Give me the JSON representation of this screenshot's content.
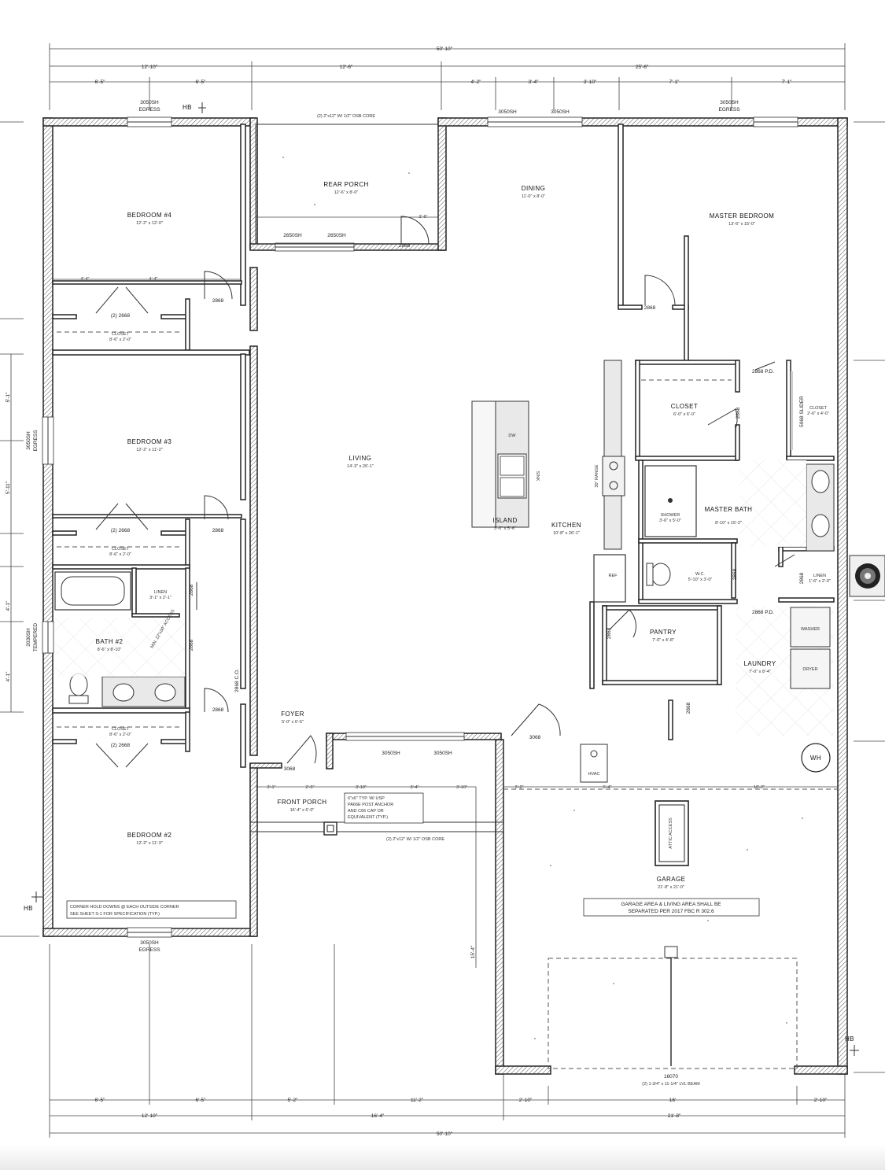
{
  "dims": {
    "overall_top": "50'-10\"",
    "overall_bottom": "50'-10\"",
    "top_row1": [
      "12'-10\"",
      "12'-6\"",
      "25'-6\""
    ],
    "top_row2": [
      "6'-5\"",
      "6'-5\"",
      "4'-2\"",
      "3'-4\"",
      "3'-10\"",
      "7'-1\"",
      "7'-1\""
    ],
    "bottom_row1": [
      "6'-5\"",
      "6'-5\"",
      "5'-2\"",
      "11'-2\"",
      "2'-10\"",
      "16'",
      "2'-10\""
    ],
    "bottom_row2": [
      "12'-10\"",
      "16'-4\"",
      "21'-8\""
    ],
    "left": [
      "5'-1\"",
      "5'-11\"",
      "4'-1\"",
      "4'-1\""
    ],
    "garage_depth": "15'-4\"",
    "misc": [
      "5'-4\"",
      "10'-2\"",
      "2'-2\"",
      "3'-1\"",
      "2'-5\"",
      "3'-10\"",
      "3'-4\"",
      "3'-10\"",
      "4'-4\"",
      "4'-4\"",
      "2'-6\""
    ]
  },
  "windows": {
    "br4": {
      "code": "3050SH",
      "note": "EGRESS"
    },
    "master": {
      "code": "3050SH",
      "note": "EGRESS"
    },
    "br2": {
      "code": "3050SH",
      "note": "EGRESS"
    },
    "br3_side": {
      "code": "3050SH",
      "note": "EGRESS"
    },
    "bath_side": {
      "code": "2030SH",
      "note": "TEMPERED"
    },
    "dining1": "3050SH",
    "dining2": "3050SH",
    "porch1": "2650SH",
    "porch2": "2650SH",
    "foyer1": "3050SH",
    "foyer2": "3050SH"
  },
  "rooms": {
    "bedroom4": {
      "name": "BEDROOM #4",
      "size": "12'-2\" x 12'-0\""
    },
    "bedroom3": {
      "name": "BEDROOM #3",
      "size": "12'-2\" x 11'-2\""
    },
    "bedroom2": {
      "name": "BEDROOM #2",
      "size": "12'-2\" x 11'-3\""
    },
    "rear_porch": {
      "name": "REAR PORCH",
      "size": "12'-6\" x 8'-0\""
    },
    "dining": {
      "name": "DINING",
      "size": "11'-0\" x 8'-0\""
    },
    "master_bedroom": {
      "name": "MASTER BEDROOM",
      "size": "13'-6\" x 15'-0\""
    },
    "living": {
      "name": "LIVING",
      "size": "14'-3\" x 26'-1\""
    },
    "kitchen": {
      "name": "KITCHEN",
      "size": "10'-8\" x 26'-1\""
    },
    "island": {
      "name": "ISLAND",
      "size": "3'-0\" x 5'-6\""
    },
    "closet_m": {
      "name": "CLOSET",
      "size": "6'-0\" x 6'-0\""
    },
    "master_bath": {
      "name": "MASTER BATH",
      "size": "8'-10\" x 15'-2\""
    },
    "shower": {
      "name": "SHOWER",
      "size": "3'-6\" x 5'-0\""
    },
    "wc": {
      "name": "W.C.",
      "size": "5'-10\" x 3'-0\""
    },
    "linen_m": {
      "name": "LINEN",
      "size": "1'-6\" x 2'-0\""
    },
    "closet_m2": {
      "name": "CLOSET",
      "size": "2'-6\" x 4'-0\""
    },
    "pantry": {
      "name": "PANTRY",
      "size": "7'-0\" x 4'-8\""
    },
    "laundry": {
      "name": "LAUNDRY",
      "size": "7'-0\" x 8'-4\""
    },
    "bath2": {
      "name": "BATH #2",
      "size": "8'-6\" x 8'-10\""
    },
    "linen2": {
      "name": "LINEN",
      "size": "3'-1\" x 2'-1\""
    },
    "foyer": {
      "name": "FOYER",
      "size": "5'-0\" x 6'-5\""
    },
    "front_porch": {
      "name": "FRONT PORCH",
      "size": "16'-4\" x 6'-0\""
    },
    "garage": {
      "name": "GARAGE",
      "size": "21'-8\" x 21'-0\""
    },
    "closet_b4": {
      "name": "CLOSET",
      "size": "8'-6\" x 2'-0\""
    },
    "closet_b3": {
      "name": "CLOSET",
      "size": "8'-6\" x 2'-0\""
    },
    "closet_b2": {
      "name": "CLOSET",
      "size": "8'-6\" x 2'-0\""
    }
  },
  "doors": {
    "d2868": "2868",
    "d2668": "(2) 2668",
    "d3068": "3068",
    "pd": "2868 P.D.",
    "co": "2868 C.O.",
    "slider": "5068 SLIDER"
  },
  "fixtures": {
    "dw": "DW",
    "sink": "SINK",
    "range": "30\" RANGE",
    "ref": "REF",
    "washer": "WASHER",
    "dryer": "DRYER",
    "hvac": "HVAC",
    "wh": "WH",
    "hb": "HB",
    "attic": "ATTIC ACCESS",
    "access": "MIN. 22\"x30\" ACCESS"
  },
  "notes": {
    "osb_top": "(2) 2\"x12\" W/ 1/2\" OSB CORE",
    "osb_front": "(2) 2\"x12\" W/ 1/2\" OSB CORE",
    "post": [
      "6\"x6\" TYP. W/ USP",
      "PA66E POST ANCHOR",
      "AND C66 CAP OR",
      "EQUIVALENT (TYP.)"
    ],
    "holddown": [
      "CORNER HOLD DOWNS @ EACH OUTSIDE CORNER",
      "SEE SHEET S-1 FOR SPECIFICATION (TYP.)"
    ],
    "separation": [
      "GARAGE AREA & LIVING AREA SHALL BE",
      "SEPARATED PER 2017 FBC R 302.6"
    ],
    "garage_door": "16070",
    "lvl_beam": "(2) 1-3/4\" x 11-1/4\" LVL BEAM"
  }
}
